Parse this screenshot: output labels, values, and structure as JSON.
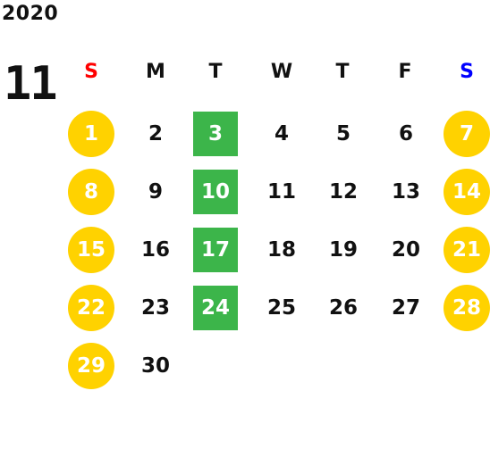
{
  "year": "2020",
  "month": "11",
  "weekdays": [
    "S",
    "M",
    "T",
    "W",
    "T",
    "F",
    "S"
  ],
  "colors": {
    "weekend_circle": "#ffd200",
    "highlight_box": "#3cb54a",
    "sunday_header": "#ff0000",
    "saturday_header": "#0000ff",
    "text": "#111111"
  },
  "weeks": [
    [
      "1",
      "2",
      "3",
      "4",
      "5",
      "6",
      "7"
    ],
    [
      "8",
      "9",
      "10",
      "11",
      "12",
      "13",
      "14"
    ],
    [
      "15",
      "16",
      "17",
      "18",
      "19",
      "20",
      "21"
    ],
    [
      "22",
      "23",
      "24",
      "25",
      "26",
      "27",
      "28"
    ],
    [
      "29",
      "30",
      "",
      "",
      "",
      "",
      ""
    ]
  ],
  "highlighted_days": [
    "3",
    "10",
    "17",
    "24"
  ]
}
